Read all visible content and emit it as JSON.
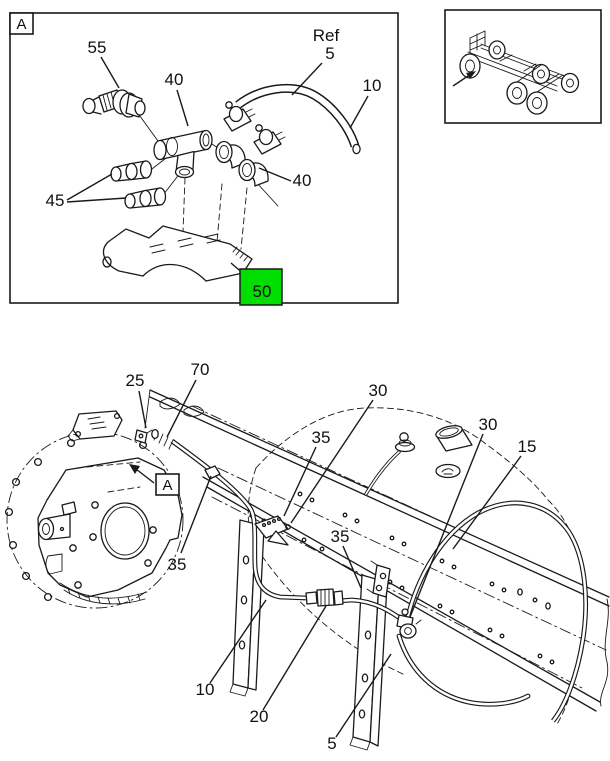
{
  "palette": {
    "line": "#1a1a1a",
    "background": "#ffffff",
    "highlight": "#00df00"
  },
  "detail_panel": {
    "corner_label": "A",
    "callouts": {
      "valve": "55",
      "tee_fitting": "40",
      "plugs": "45",
      "elbow_fitting": "40",
      "ref_word": "Ref",
      "ref_number": "5",
      "tube": "10",
      "bracket_highlighted": "50"
    }
  },
  "locator_panel": {
    "icon": "truck-chassis-locator"
  },
  "main_view": {
    "view_ref_label": "A",
    "callouts": {
      "clamp": "25",
      "cap": "70",
      "connector_front": "30",
      "clip_front": "35",
      "clip_mid": "35",
      "connector_rear": "30",
      "vent_tube_rear": "15",
      "clip_rear": "35",
      "tube": "10",
      "quick_connect": "20",
      "tube_assembly": "5"
    }
  }
}
